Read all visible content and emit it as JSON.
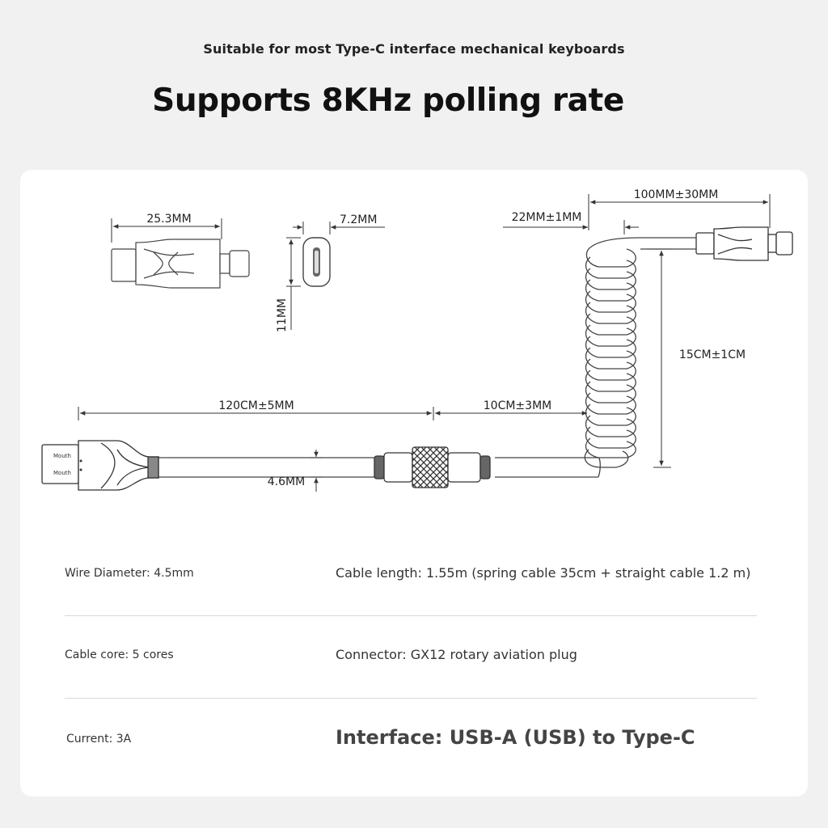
{
  "header": {
    "subtitle": "Suitable for most Type-C interface mechanical keyboards",
    "title": "Supports 8KHz polling rate"
  },
  "dimensions": {
    "typec_length": "25.3MM",
    "port_width": "7.2MM",
    "port_height": "11MM",
    "tail_length": "100MM±30MM",
    "coil_offset": "22MM±1MM",
    "coil_height": "15CM±1CM",
    "straight_length": "120CM±5MM",
    "coil_lead": "10CM±3MM",
    "wire_diameter": "4.6MM"
  },
  "usb_labels": {
    "top": "Mouth",
    "bottom": "Mouth"
  },
  "specs": {
    "wire_diameter": "Wire Diameter: 4.5mm",
    "cable_length": "Cable length: 1.55m (spring cable 35cm + straight cable 1.2 m)",
    "cable_core": "Cable core: 5 cores",
    "connector": "Connector: GX12 rotary aviation plug",
    "current": "Current: 3A",
    "interface": "Interface: USB-A (USB) to Type-C"
  },
  "colors": {
    "background": "#f1f1f1",
    "card": "#ffffff",
    "line": "#333333"
  }
}
